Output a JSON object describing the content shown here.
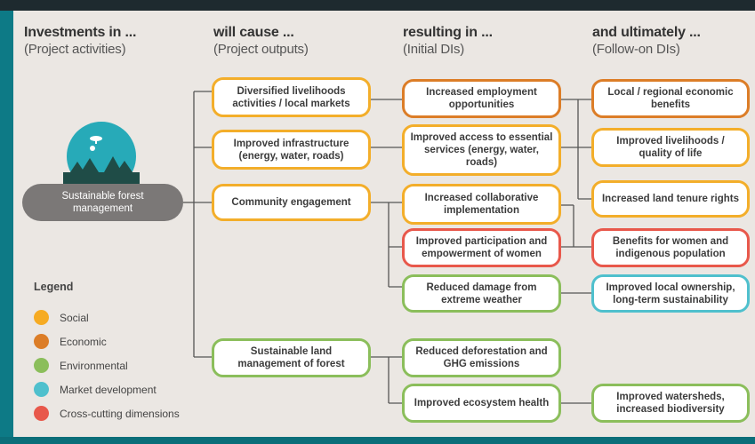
{
  "headers": [
    {
      "title": "Investments in ...",
      "subtitle": "(Project activities)"
    },
    {
      "title": "will cause ...",
      "subtitle": "(Project outputs)"
    },
    {
      "title": "resulting in ...",
      "subtitle": "(Initial DIs)"
    },
    {
      "title": "and ultimately ...",
      "subtitle": "(Follow-on DIs)"
    }
  ],
  "activity": {
    "label": "Sustainable forest management",
    "icon": "forest-icon"
  },
  "outputs": [
    {
      "label": "Diversified livelihoods activities / local markets",
      "category": "social"
    },
    {
      "label": "Improved infrastructure (energy, water, roads)",
      "category": "social"
    },
    {
      "label": "Community engagement",
      "category": "social"
    },
    {
      "label": "Sustainable land management of forest",
      "category": "environmental"
    }
  ],
  "initial_dis": [
    {
      "label": "Increased employment opportunities",
      "category": "economic"
    },
    {
      "label": "Improved access to essential services (energy, water, roads)",
      "category": "social"
    },
    {
      "label": "Increased collaborative implementation",
      "category": "social"
    },
    {
      "label": "Improved participation and empowerment of women",
      "category": "cross-cutting"
    },
    {
      "label": "Reduced damage from extreme weather",
      "category": "environmental"
    },
    {
      "label": "Reduced deforestation and GHG emissions",
      "category": "environmental"
    },
    {
      "label": "Improved ecosystem health",
      "category": "environmental"
    }
  ],
  "followon_dis": [
    {
      "label": "Local / regional economic benefits",
      "category": "economic"
    },
    {
      "label": "Improved livelihoods / quality of life",
      "category": "social"
    },
    {
      "label": "Increased land tenure rights",
      "category": "social"
    },
    {
      "label": "Benefits for women and indigenous population",
      "category": "cross-cutting"
    },
    {
      "label": "Improved local ownership, long-term sustainability",
      "category": "market"
    },
    {
      "label": "Improved watersheds, increased biodiversity",
      "category": "environmental"
    }
  ],
  "legend": {
    "title": "Legend",
    "items": [
      {
        "label": "Social",
        "color": "#f6ab23"
      },
      {
        "label": "Economic",
        "color": "#dc7d27"
      },
      {
        "label": "Environmental",
        "color": "#8bbe5b"
      },
      {
        "label": "Market development",
        "color": "#4fc0cd"
      },
      {
        "label": "Cross-cutting dimensions",
        "color": "#e8584b"
      }
    ]
  },
  "colors": {
    "background": "#0d7a86",
    "panel": "#ebe7e3",
    "activity_pill": "#7b7877",
    "connector": "#555555"
  }
}
